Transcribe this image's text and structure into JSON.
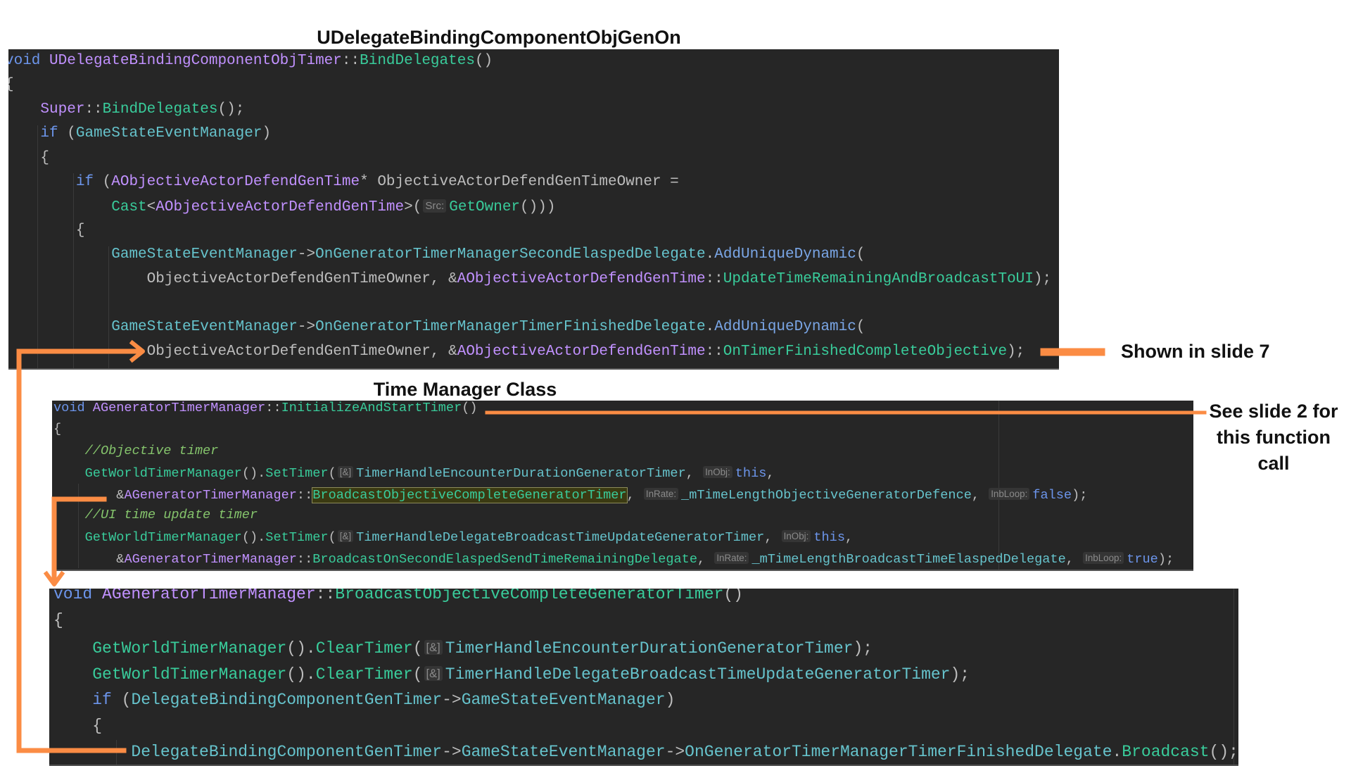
{
  "titles": {
    "top": "UDelegateBindingComponentObjGenOn",
    "mid": "Time Manager Class"
  },
  "notes": {
    "shown": "Shown in slide 7",
    "see_line1": "See slide 2 for",
    "see_line2": "this function",
    "see_line3": "call"
  },
  "colors": {
    "accent": "#fb8c44",
    "editor_bg": "#262626"
  },
  "panels": {
    "top": [
      [
        [
          "void ",
          "k"
        ],
        [
          "UDelegateBindingComponentObjTimer",
          "c"
        ],
        [
          "::",
          "p"
        ],
        [
          "BindDelegates",
          "f"
        ],
        [
          "()",
          "p"
        ]
      ],
      [
        [
          "{",
          "p"
        ]
      ],
      [
        [
          "    ",
          "p"
        ],
        [
          "Super",
          "c"
        ],
        [
          "::",
          "p"
        ],
        [
          "BindDelegates",
          "f"
        ],
        [
          "();",
          "p"
        ]
      ],
      [
        [
          "    ",
          "p"
        ],
        [
          "if ",
          "k"
        ],
        [
          "(",
          "p"
        ],
        [
          "GameStateEventManager",
          "m"
        ],
        [
          ")",
          "p"
        ]
      ],
      [
        [
          "    {",
          "p"
        ]
      ],
      [
        [
          "        ",
          "p"
        ],
        [
          "if ",
          "k"
        ],
        [
          "(",
          "p"
        ],
        [
          "AObjectiveActorDefendGenTime",
          "c"
        ],
        [
          "* ObjectiveActorDefendGenTimeOwner =",
          "p"
        ]
      ],
      [
        [
          "            ",
          "p"
        ],
        [
          "Cast",
          "f"
        ],
        [
          "<",
          "p"
        ],
        [
          "AObjectiveActorDefendGenTime",
          "c"
        ],
        [
          ">(",
          "p"
        ],
        [
          "Src:",
          "h"
        ],
        [
          "GetOwner",
          "f"
        ],
        [
          "()))",
          "p"
        ]
      ],
      [
        [
          "        {",
          "p"
        ]
      ],
      [
        [
          "            ",
          "p"
        ],
        [
          "GameStateEventManager",
          "m"
        ],
        [
          "->",
          "p"
        ],
        [
          "OnGeneratorTimerManagerSecondElaspedDelegate",
          "m"
        ],
        [
          ".",
          "p"
        ],
        [
          "AddUniqueDynamic",
          "b"
        ],
        [
          "(",
          "p"
        ]
      ],
      [
        [
          "                ObjectiveActorDefendGenTimeOwner, &",
          "p"
        ],
        [
          "AObjectiveActorDefendGenTime",
          "c"
        ],
        [
          "::",
          "p"
        ],
        [
          "UpdateTimeRemainingAndBroadcastToUI",
          "f"
        ],
        [
          ");",
          "p"
        ]
      ],
      [],
      [
        [
          "            ",
          "p"
        ],
        [
          "GameStateEventManager",
          "m"
        ],
        [
          "->",
          "p"
        ],
        [
          "OnGeneratorTimerManagerTimerFinishedDelegate",
          "m"
        ],
        [
          ".",
          "p"
        ],
        [
          "AddUniqueDynamic",
          "b"
        ],
        [
          "(",
          "p"
        ]
      ],
      [
        [
          "                ObjectiveActorDefendGenTimeOwner, &",
          "p"
        ],
        [
          "AObjectiveActorDefendGenTime",
          "c"
        ],
        [
          "::",
          "p"
        ],
        [
          "OnTimerFinishedCompleteObjective",
          "f"
        ],
        [
          ");",
          "p"
        ]
      ]
    ],
    "mid": [
      [
        [
          "void ",
          "k"
        ],
        [
          "AGeneratorTimerManager",
          "c"
        ],
        [
          "::",
          "p"
        ],
        [
          "InitializeAndStartTimer",
          "f"
        ],
        [
          "()",
          "p"
        ]
      ],
      [
        [
          "{",
          "p"
        ]
      ],
      [
        [
          "    ",
          "p"
        ],
        [
          "//Objective timer",
          "cm"
        ]
      ],
      [
        [
          "    ",
          "p"
        ],
        [
          "GetWorldTimerManager",
          "f"
        ],
        [
          "().",
          "p"
        ],
        [
          "SetTimer",
          "f"
        ],
        [
          "(",
          "p"
        ],
        [
          "[&]",
          "h"
        ],
        [
          "TimerHandleEncounterDurationGeneratorTimer",
          "m"
        ],
        [
          ", ",
          "p"
        ],
        [
          "InObj:",
          "h"
        ],
        [
          "this",
          "k"
        ],
        [
          ",",
          "p"
        ]
      ],
      [
        [
          "        &",
          "p"
        ],
        [
          "AGeneratorTimerManager",
          "c"
        ],
        [
          "::",
          "p"
        ],
        [
          "BroadcastObjectiveCompleteGeneratorTimer",
          "hl"
        ],
        [
          ", ",
          "p"
        ],
        [
          "InRate:",
          "h"
        ],
        [
          "_mTimeLengthObjectiveGeneratorDefence",
          "m"
        ],
        [
          ", ",
          "p"
        ],
        [
          "InbLoop:",
          "h"
        ],
        [
          "false",
          "k"
        ],
        [
          ");",
          "p"
        ]
      ],
      [
        [
          "    ",
          "p"
        ],
        [
          "//UI time update timer",
          "cm"
        ]
      ],
      [
        [
          "    ",
          "p"
        ],
        [
          "GetWorldTimerManager",
          "f"
        ],
        [
          "().",
          "p"
        ],
        [
          "SetTimer",
          "f"
        ],
        [
          "(",
          "p"
        ],
        [
          "[&]",
          "h"
        ],
        [
          "TimerHandleDelegateBroadcastTimeUpdateGeneratorTimer",
          "m"
        ],
        [
          ", ",
          "p"
        ],
        [
          "InObj:",
          "h"
        ],
        [
          "this",
          "k"
        ],
        [
          ",",
          "p"
        ]
      ],
      [
        [
          "        &",
          "p"
        ],
        [
          "AGeneratorTimerManager",
          "c"
        ],
        [
          "::",
          "p"
        ],
        [
          "BroadcastOnSecondElaspedSendTimeRemainingDelegate",
          "f"
        ],
        [
          ", ",
          "p"
        ],
        [
          "InRate:",
          "h"
        ],
        [
          "_mTimeLengthBroadcastTimeElaspedDelegate",
          "m"
        ],
        [
          ", ",
          "p"
        ],
        [
          "InbLoop:",
          "h"
        ],
        [
          "true",
          "k"
        ],
        [
          ");",
          "p"
        ]
      ]
    ],
    "bot": [
      [
        [
          "void ",
          "k"
        ],
        [
          "AGeneratorTimerManager",
          "c"
        ],
        [
          "::",
          "p"
        ],
        [
          "BroadcastObjectiveCompleteGeneratorTimer",
          "f"
        ],
        [
          "()",
          "p"
        ]
      ],
      [
        [
          "{",
          "p"
        ]
      ],
      [
        [
          "    ",
          "p"
        ],
        [
          "GetWorldTimerManager",
          "f"
        ],
        [
          "().",
          "p"
        ],
        [
          "ClearTimer",
          "f"
        ],
        [
          "(",
          "p"
        ],
        [
          "[&]",
          "h"
        ],
        [
          "TimerHandleEncounterDurationGeneratorTimer",
          "m"
        ],
        [
          ");",
          "p"
        ]
      ],
      [
        [
          "    ",
          "p"
        ],
        [
          "GetWorldTimerManager",
          "f"
        ],
        [
          "().",
          "p"
        ],
        [
          "ClearTimer",
          "f"
        ],
        [
          "(",
          "p"
        ],
        [
          "[&]",
          "h"
        ],
        [
          "TimerHandleDelegateBroadcastTimeUpdateGeneratorTimer",
          "m"
        ],
        [
          ");",
          "p"
        ]
      ],
      [
        [
          "    ",
          "p"
        ],
        [
          "if ",
          "k"
        ],
        [
          "(",
          "p"
        ],
        [
          "DelegateBindingComponentGenTimer",
          "m"
        ],
        [
          "->",
          "p"
        ],
        [
          "GameStateEventManager",
          "m"
        ],
        [
          ")",
          "p"
        ]
      ],
      [
        [
          "    {",
          "p"
        ]
      ],
      [
        [
          "        ",
          "p"
        ],
        [
          "DelegateBindingComponentGenTimer",
          "m"
        ],
        [
          "->",
          "p"
        ],
        [
          "GameStateEventManager",
          "m"
        ],
        [
          "->",
          "p"
        ],
        [
          "OnGeneratorTimerManagerTimerFinishedDelegate",
          "m"
        ],
        [
          ".",
          "p"
        ],
        [
          "Broadcast",
          "f"
        ],
        [
          "();",
          "p"
        ]
      ]
    ]
  }
}
